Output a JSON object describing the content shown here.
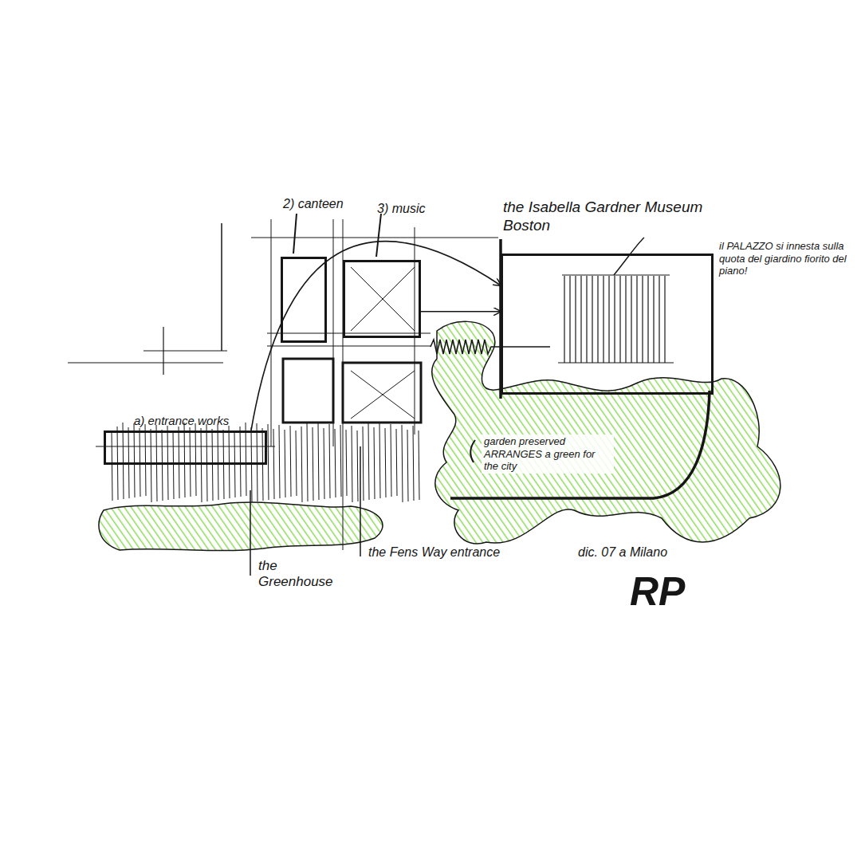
{
  "diagram": {
    "nodes": [
      {
        "text": [
          "2) canteen"
        ]
      },
      {
        "text": [
          "3) music"
        ]
      },
      {
        "text": [
          "the Isabella Gardner Museum Boston",
          "il PALAZZO si innesta sulla quota del giardino fiorito del piano!"
        ]
      },
      {
        "text": [
          "a) entrance works"
        ]
      }
    ],
    "edges": [
      {
        "from": 3,
        "to": 2,
        "arrow": "to"
      },
      {
        "from": 1,
        "to": 2,
        "arrow": "to"
      }
    ],
    "labels": [
      "the Greenhouse",
      "the Fens Way entrance",
      "garden preserved ARRANGES a green for the city",
      "dic. 07 a Milano",
      "RP"
    ]
  }
}
